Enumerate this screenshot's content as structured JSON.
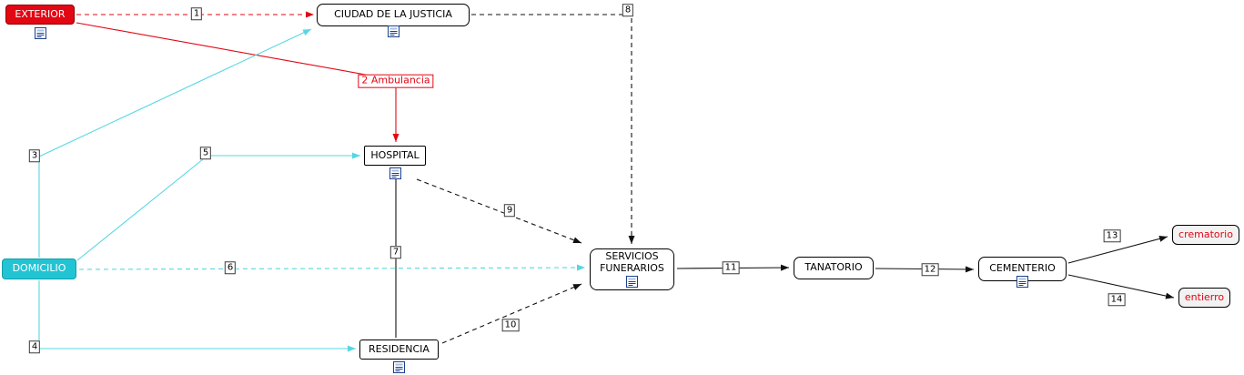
{
  "colors": {
    "red": "#e30613",
    "cyanFill": "#22c4d3",
    "cyanLine": "#55d7e2",
    "black": "#111111",
    "nodeBg": "#ffffff",
    "resultBg": "#f2f2f2",
    "labelBorder": "#3a3a3a"
  },
  "nodes": {
    "exterior": {
      "label": "EXTERIOR"
    },
    "ciudad_justicia": {
      "label": "CIUDAD DE LA JUSTICIA"
    },
    "hospital": {
      "label": "HOSPITAL"
    },
    "domicilio": {
      "label": "DOMICILIO"
    },
    "residencia": {
      "label": "RESIDENCIA"
    },
    "servicios_funerarios": {
      "label": "SERVICIOS FUNERARIOS"
    },
    "tanatorio": {
      "label": "TANATORIO"
    },
    "cementerio": {
      "label": "CEMENTERIO"
    },
    "crematorio": {
      "label": "crematorio"
    },
    "entierro": {
      "label": "entierro"
    }
  },
  "edges": {
    "e1": {
      "label": "1",
      "from": "EXTERIOR",
      "to": "CIUDAD DE LA JUSTICIA",
      "style": "red dashed arrow"
    },
    "e2": {
      "label": "2 Ambulancia",
      "from": "EXTERIOR",
      "to": "HOSPITAL",
      "style": "red solid arrow"
    },
    "e3": {
      "label": "3",
      "from": "DOMICILIO",
      "to": "CIUDAD DE LA JUSTICIA",
      "style": "cyan solid arrow"
    },
    "e4": {
      "label": "4",
      "from": "DOMICILIO",
      "to": "RESIDENCIA",
      "style": "cyan solid arrow"
    },
    "e5": {
      "label": "5",
      "from": "DOMICILIO",
      "to": "HOSPITAL",
      "style": "cyan solid arrow"
    },
    "e6": {
      "label": "6",
      "from": "DOMICILIO",
      "to": "SERVICIOS FUNERARIOS",
      "style": "cyan dashed arrow"
    },
    "e7": {
      "label": "7",
      "from": "HOSPITAL",
      "to": "RESIDENCIA",
      "style": "black solid line"
    },
    "e8": {
      "label": "8",
      "from": "CIUDAD DE LA JUSTICIA",
      "to": "SERVICIOS FUNERARIOS",
      "style": "black dashed arrow"
    },
    "e9": {
      "label": "9",
      "from": "HOSPITAL",
      "to": "SERVICIOS FUNERARIOS",
      "style": "black dashed arrow"
    },
    "e10": {
      "label": "10",
      "from": "RESIDENCIA",
      "to": "SERVICIOS FUNERARIOS",
      "style": "black dashed arrow"
    },
    "e11": {
      "label": "11",
      "from": "SERVICIOS FUNERARIOS",
      "to": "TANATORIO",
      "style": "black solid arrow"
    },
    "e12": {
      "label": "12",
      "from": "TANATORIO",
      "to": "CEMENTERIO",
      "style": "black solid arrow"
    },
    "e13": {
      "label": "13",
      "from": "CEMENTERIO",
      "to": "crematorio",
      "style": "black solid arrow"
    },
    "e14": {
      "label": "14",
      "from": "CEMENTERIO",
      "to": "entierro",
      "style": "black solid arrow"
    }
  }
}
